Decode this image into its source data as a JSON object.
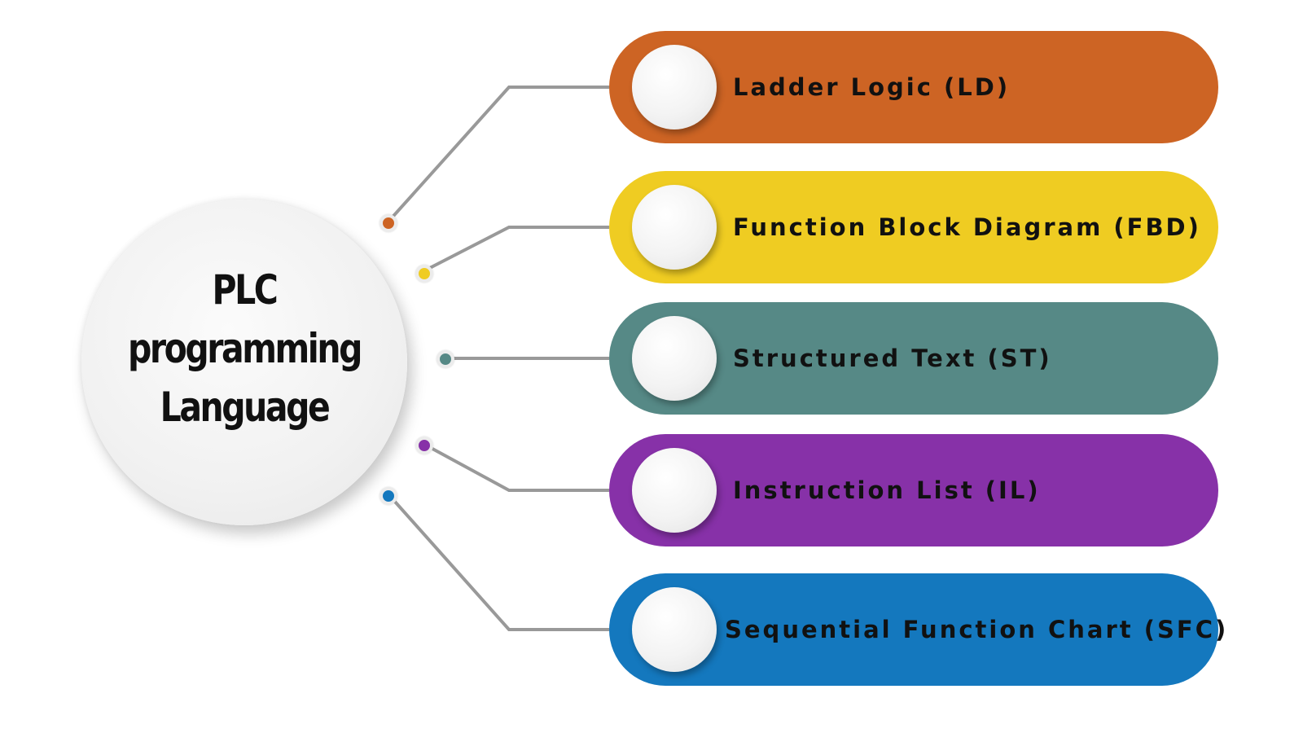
{
  "hub": {
    "title_lines": [
      "PLC",
      "programming",
      "Language"
    ]
  },
  "items": [
    {
      "label": "Ladder Logic (LD)",
      "color": "#cd6424"
    },
    {
      "label": "Function Block Diagram (FBD)",
      "color": "#efcc22"
    },
    {
      "label": "Structured Text (ST)",
      "color": "#568986"
    },
    {
      "label": "Instruction List (IL)",
      "color": "#8731a8"
    },
    {
      "label": "Sequential Function Chart (SFC)",
      "color": "#1478be"
    }
  ],
  "connector_color": "#999999"
}
